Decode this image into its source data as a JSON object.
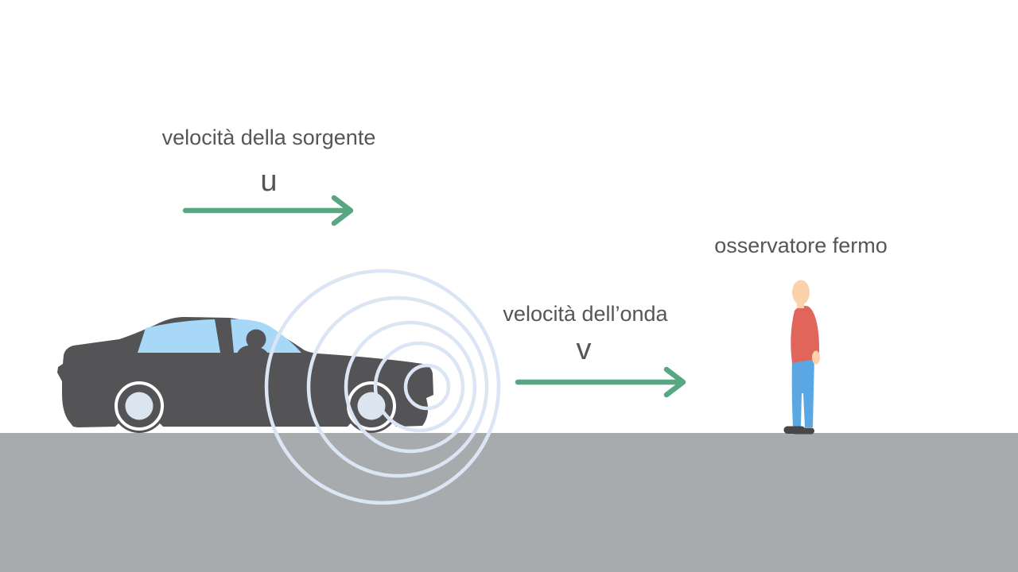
{
  "scene": {
    "source": {
      "label": "velocità della sorgente",
      "symbol": "u"
    },
    "wave": {
      "label": "velocità dell’onda",
      "symbol": "v"
    },
    "observer": {
      "label": "osservatore fermo"
    },
    "wave_circle_count": 5
  },
  "colors": {
    "background": "#ffffff",
    "text_gray": "#565659",
    "arrow_green": "#57a783",
    "wave_blue": "#dbe5f3",
    "car_body": "#545456",
    "window_blue": "#a8d8f8",
    "wheel_ring": "#ffffff",
    "wheel_hub": "#dbe5f0",
    "ground_gray": "#a7abae",
    "shirt_red": "#e2655c",
    "pants_blue": "#5ba7e3",
    "skin": "#fbd2ac",
    "shoes_dark": "#47474a"
  }
}
